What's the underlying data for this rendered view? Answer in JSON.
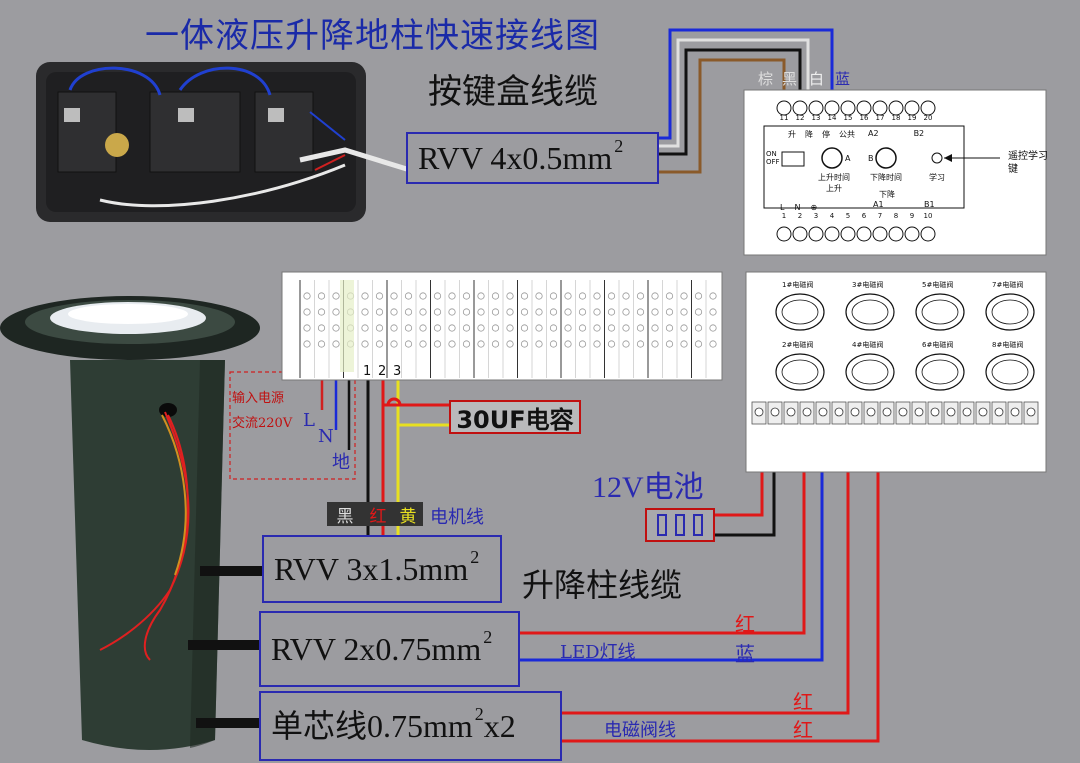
{
  "title": "一体液压升降地柱快速接线图",
  "subtitle": "按键盒线缆",
  "button_cable": "RVV 4x0.5mm²",
  "button_cable_text": "RVV  4x0.5mm",
  "button_cable_exp": "2",
  "wire_colors_top": [
    "棕",
    "黑",
    "白",
    "蓝"
  ],
  "controller": {
    "top_terminals": [
      "11",
      "12",
      "13",
      "14",
      "15",
      "16",
      "17",
      "18",
      "19",
      "20"
    ],
    "bottom_terminals": [
      "1",
      "2",
      "3",
      "4",
      "5",
      "6",
      "7",
      "8",
      "9",
      "10"
    ],
    "inner_labels": [
      "升",
      "降",
      "停",
      "公共",
      "A2",
      "B2"
    ],
    "on_off": [
      "ON",
      "OFF"
    ],
    "button_a": "A",
    "button_b": "B",
    "rise_time": "上升时间",
    "fall_time": "下降时间",
    "learn": "学习",
    "rise": "上升",
    "fall": "下降",
    "a1": "A1",
    "b1": "B1",
    "bottom_symbols": [
      "L",
      "N",
      "⊕"
    ],
    "remote_learn_key": "遥控学习键"
  },
  "power_input": {
    "label": "输入电源",
    "ac": "交流220V",
    "l": "L",
    "n": "N",
    "ground": "地"
  },
  "terminal_numbers": [
    "1",
    "2",
    "3"
  ],
  "capacitor": "30UF电容",
  "motor_wire_colors": [
    "黑",
    "红",
    "黄"
  ],
  "motor_wire_label": "电机线",
  "battery_label": "12V电池",
  "valve_board": {
    "valves": [
      "1#电磁阀",
      "3#电磁阀",
      "5#电磁阀",
      "7#电磁阀",
      "2#电磁阀",
      "4#电磁阀",
      "6#电磁阀",
      "8#电磁阀"
    ]
  },
  "bollard_cable_label": "升降柱线缆",
  "cable1": "RVV 3x1.5mm²",
  "cable1_text": "RVV  3x1.5mm",
  "cable1_exp": "2",
  "cable2": "RVV 2x0.75mm²",
  "cable2_text": "RVV  2x0.75mm",
  "cable2_exp": "2",
  "cable3": "单芯线0.75mm² x2",
  "cable3_text": "单芯线0.75mm",
  "cable3_exp": "2",
  "cable3_suffix": " x2",
  "led_red": "红",
  "led_blue": "蓝",
  "led_label": "LED灯线",
  "valve_red1": "红",
  "valve_red2": "红",
  "valve_label": "电磁阀线",
  "colors": {
    "background": "#9c9ca0",
    "title_blue": "#1a2aa8",
    "wire_red": "#e01818",
    "wire_blue": "#1a2ad8",
    "wire_brown": "#8a5a2a",
    "wire_yellow": "#e8e020"
  }
}
